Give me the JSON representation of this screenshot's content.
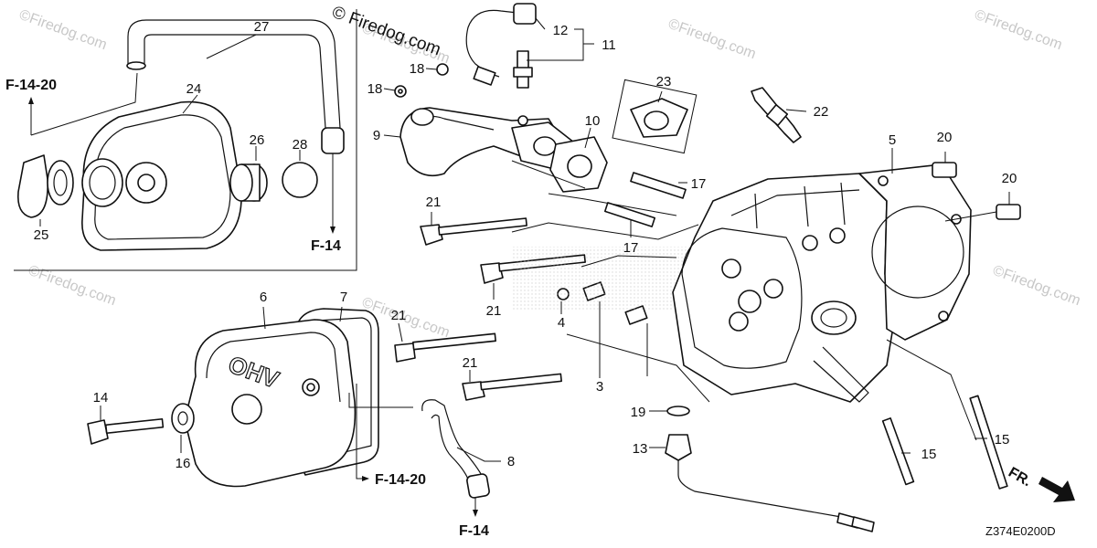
{
  "copyright": "© Firedog.com",
  "watermark": "©Firedog.com",
  "diagram_code": "Z374E0200D",
  "front_label": "FR.",
  "refs": {
    "f1420": "F-14-20",
    "f14": "F-14"
  },
  "parts": {
    "p3": "3",
    "p4": "4",
    "p5": "5",
    "p6": "6",
    "p7": "7",
    "p8": "8",
    "p9": "9",
    "p10": "10",
    "p11": "11",
    "p12": "12",
    "p13": "13",
    "p14": "14",
    "p15": "15",
    "p16": "16",
    "p17": "17",
    "p18": "18",
    "p19": "19",
    "p20": "20",
    "p21": "21",
    "p22": "22",
    "p23": "23",
    "p24": "24",
    "p25": "25",
    "p26": "26",
    "p27": "27",
    "p28": "28"
  },
  "cover_emboss": "OHV"
}
